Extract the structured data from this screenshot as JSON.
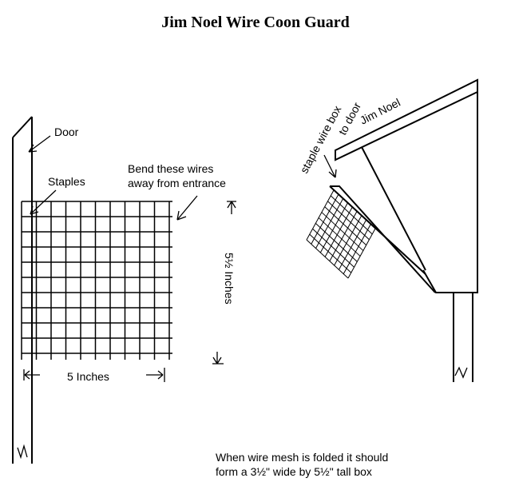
{
  "title": "Jim Noel Wire Coon Guard",
  "left_view": {
    "door_label": "Door",
    "staples_label": "Staples",
    "bend_label_line1": "Bend these wires",
    "bend_label_line2": "away from entrance",
    "width_label": "5 Inches",
    "height_label": "5½ Inches"
  },
  "right_view": {
    "roof_label": "Jim Noel",
    "staple_label_line1": "staple wire box",
    "staple_label_line2": "to door"
  },
  "note_line1": "When wire mesh is folded it should",
  "note_line2": "form a 3½\" wide by 5½\" tall box"
}
